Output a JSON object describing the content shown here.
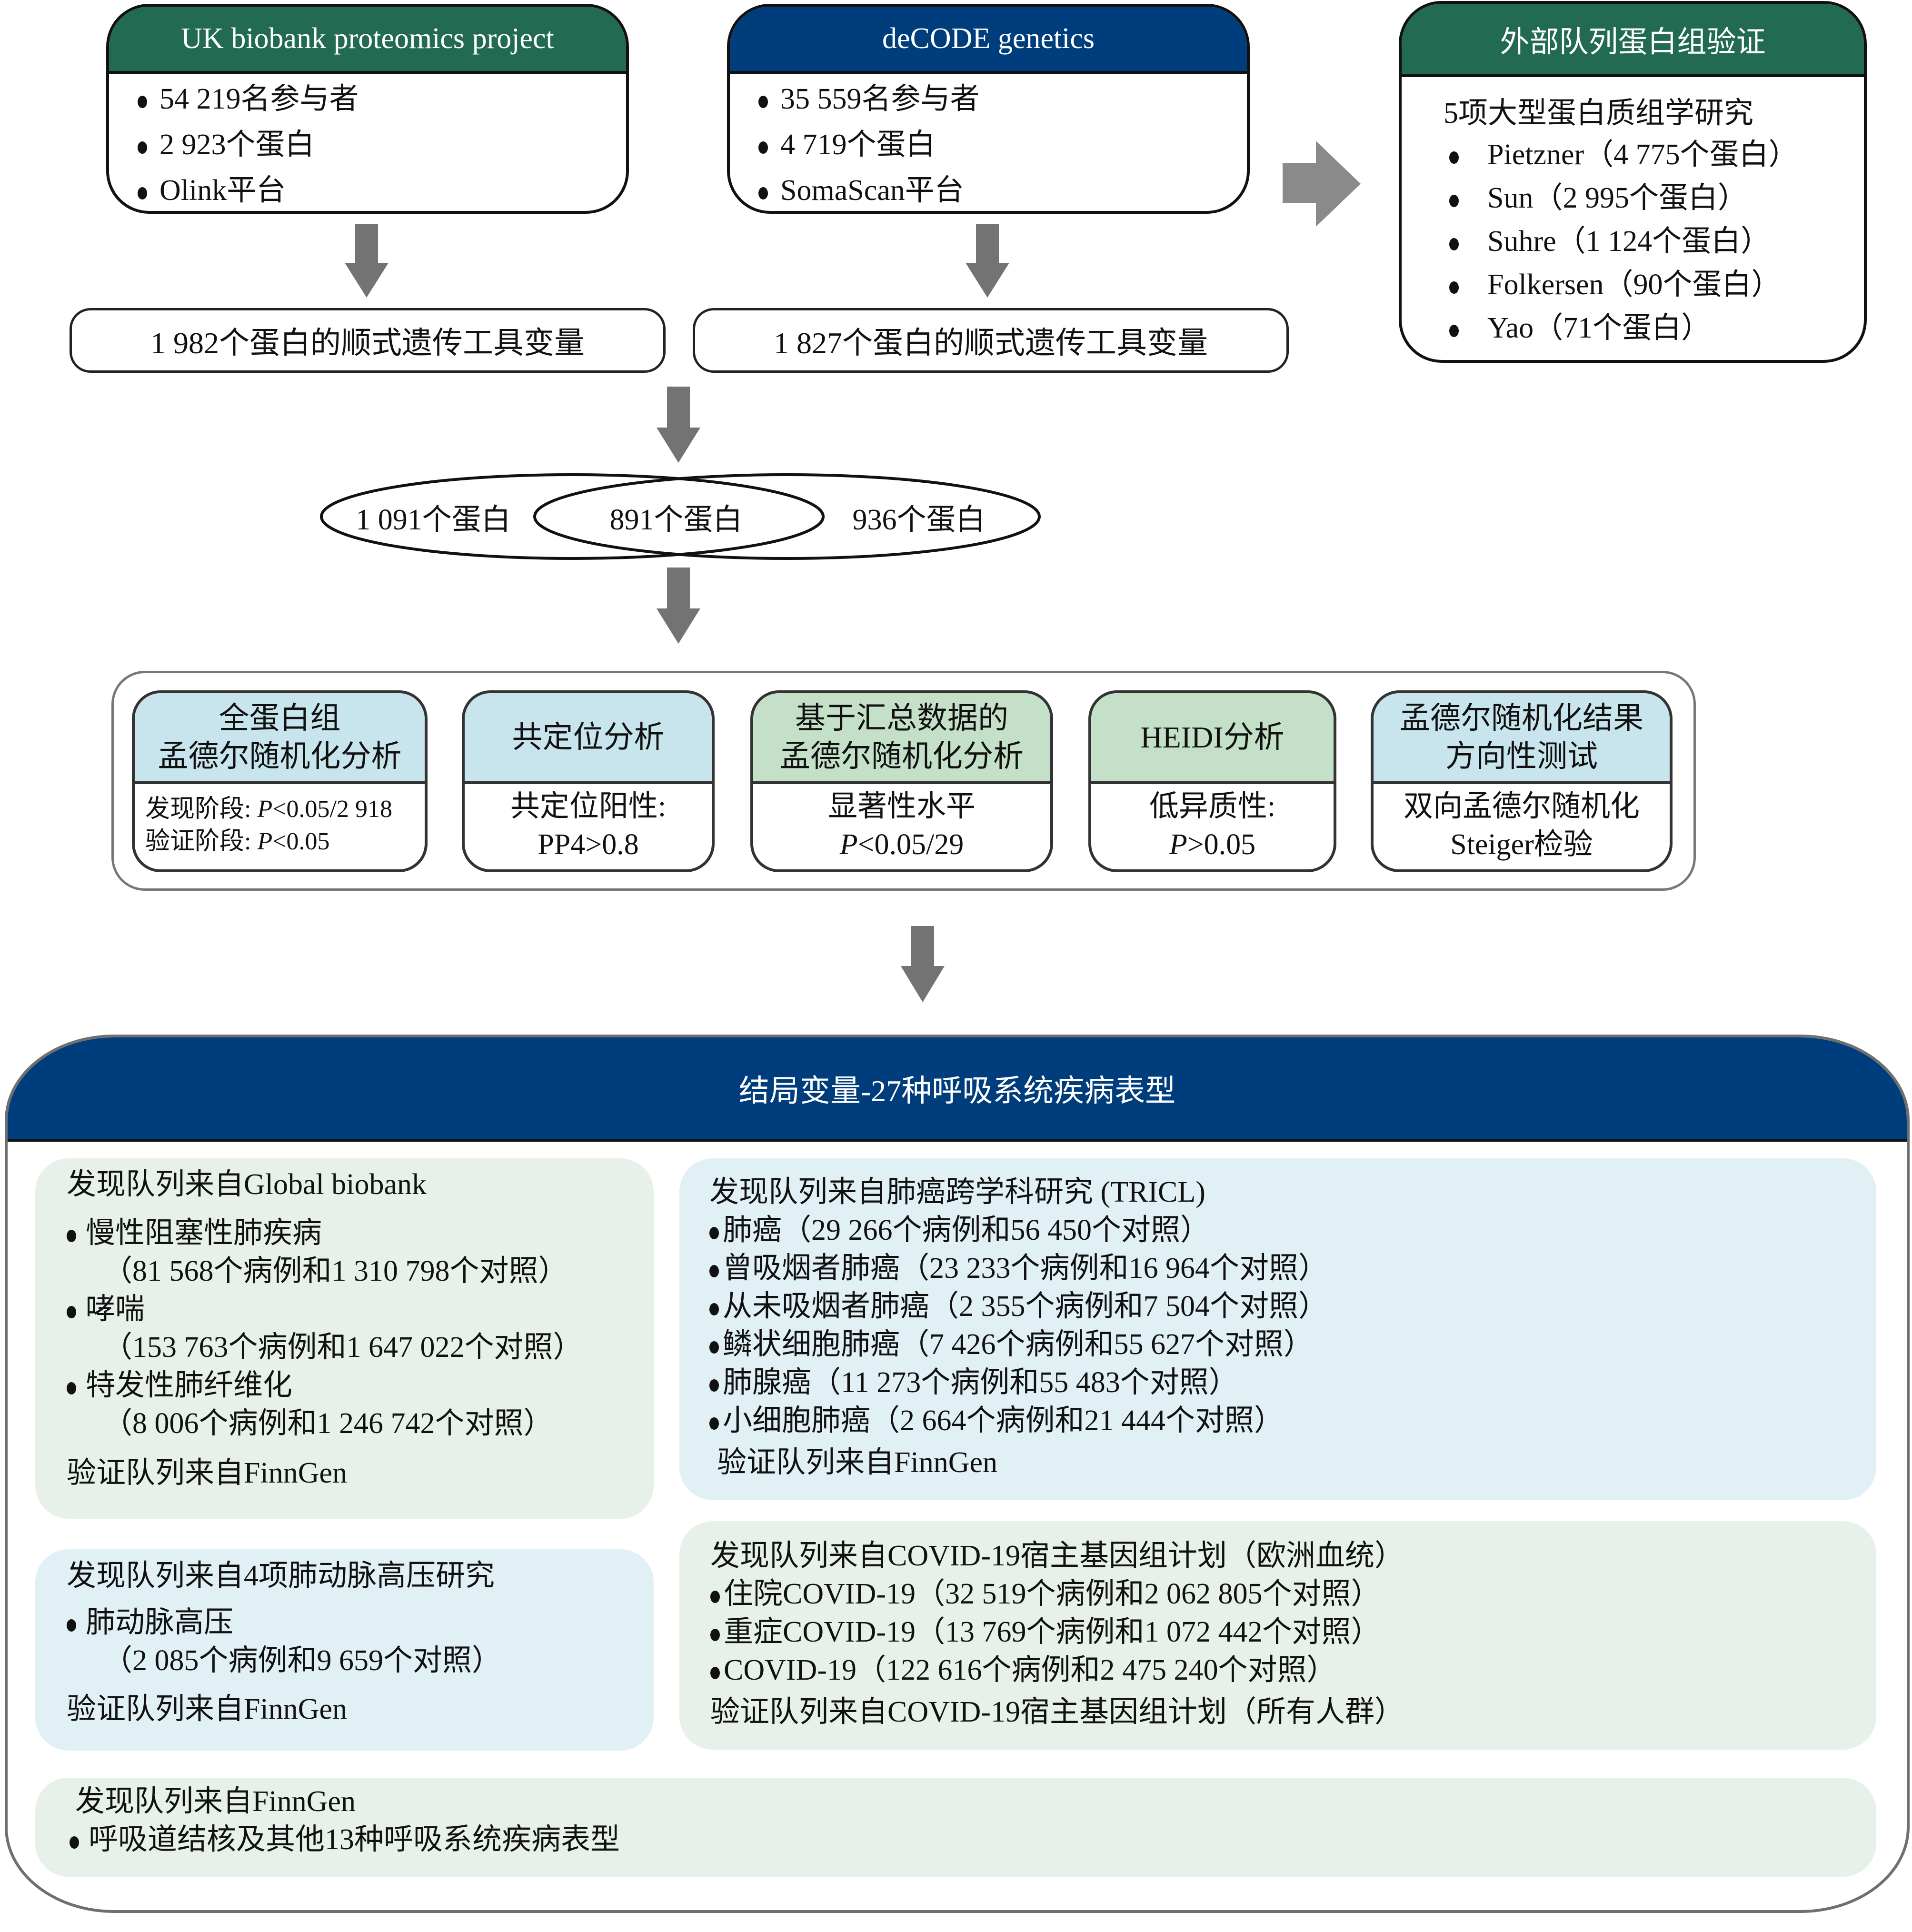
{
  "sources": {
    "ukb": {
      "title": "UK biobank proteomics project",
      "items": [
        "54 219名参与者",
        "2 923个蛋白",
        "Olink平台"
      ],
      "header_color": "#226b52"
    },
    "decode": {
      "title": "deCODE genetics",
      "items": [
        "35 559名参与者",
        "4 719个蛋白",
        "SomaScan平台"
      ],
      "header_color": "#003d7d"
    },
    "external": {
      "title": "外部队列蛋白组验证",
      "subtitle": "5项大型蛋白质组学研究",
      "items": [
        "Pietzner（4 775个蛋白）",
        "Sun（2 995个蛋白）",
        "Suhre（1 124个蛋白）",
        "Folkersen（90个蛋白）",
        "Yao（71个蛋白）"
      ],
      "header_color": "#226b52"
    }
  },
  "instruments": {
    "ukb": "1 982个蛋白的顺式遗传工具变量",
    "decode": "1 827个蛋白的顺式遗传工具变量"
  },
  "venn": {
    "left_only": "1 091个蛋白",
    "overlap": "891个蛋白",
    "right_only": "936个蛋白"
  },
  "analyses": [
    {
      "title_lines": [
        "全蛋白组",
        "孟德尔随机化分析"
      ],
      "color": "#c8e5ee",
      "body": [
        {
          "prefix": "发现阶段: ",
          "p": "P",
          "suffix": "<0.05/2 918"
        },
        {
          "prefix": "验证阶段: ",
          "p": "P",
          "suffix": "<0.05"
        }
      ]
    },
    {
      "title_lines": [
        "共定位分析"
      ],
      "color": "#c8e5ee",
      "body_lines": [
        "共定位阳性:",
        "PP4>0.8"
      ]
    },
    {
      "title_lines": [
        "基于汇总数据的",
        "孟德尔随机化分析"
      ],
      "color": "#c5e0c9",
      "body_line1": "显著性水平",
      "body_p": "P",
      "body_line2_suffix": "<0.05/29"
    },
    {
      "title_lines": [
        "HEIDI分析"
      ],
      "color": "#c5e0c9",
      "body_line1": "低异质性:",
      "body_p": "P",
      "body_line2_suffix": ">0.05"
    },
    {
      "title_lines": [
        "孟德尔随机化结果",
        "方向性测试"
      ],
      "color": "#c8e5ee",
      "body_lines": [
        "双向孟德尔随机化",
        "Steiger检验"
      ]
    }
  ],
  "outcomes": {
    "title": "结局变量-27种呼吸系统疾病表型",
    "header_color": "#003d7d",
    "global_biobank": {
      "heading": "发现队列来自Global biobank",
      "items": [
        {
          "name": "慢性阻塞性肺疾病",
          "detail": "（81 568个病例和1 310 798个对照）"
        },
        {
          "name": "哮喘",
          "detail": "（153 763个病例和1 647 022个对照）"
        },
        {
          "name": "特发性肺纤维化",
          "detail": "（8 006个病例和1 246 742个对照）"
        }
      ],
      "validation": "验证队列来自FinnGen"
    },
    "tricl": {
      "heading": "发现队列来自肺癌跨学科研究 (TRICL)",
      "items": [
        "肺癌（29 266个病例和56 450个对照）",
        "曾吸烟者肺癌（23 233个病例和16 964个对照）",
        "从未吸烟者肺癌（2 355个病例和7 504个对照）",
        "鳞状细胞肺癌（7 426个病例和55 627个对照）",
        "肺腺癌（11 273个病例和55 483个对照）",
        "小细胞肺癌（2 664个病例和21 444个对照）"
      ],
      "validation": "验证队列来自FinnGen"
    },
    "pah": {
      "heading": "发现队列来自4项肺动脉高压研究",
      "items": [
        {
          "name": "肺动脉高压",
          "detail": "（2 085个病例和9 659个对照）"
        }
      ],
      "validation": "验证队列来自FinnGen"
    },
    "covid": {
      "heading": "发现队列来自COVID-19宿主基因组计划（欧洲血统）",
      "items": [
        "住院COVID-19（32 519个病例和2 062 805个对照）",
        "重症COVID-19（13 769个病例和1 072 442个对照）",
        "COVID-19（122 616个病例和2 475 240个对照）"
      ],
      "validation": "验证队列来自COVID-19宿主基因组计划（所有人群）"
    },
    "finngen": {
      "heading": "发现队列来自FinnGen",
      "items": [
        "呼吸道结核及其他13种呼吸系统疾病表型"
      ]
    }
  },
  "colors": {
    "arrow": "#737373",
    "panel_green": "#e7f1ea",
    "panel_blue": "#e1f0f5"
  }
}
